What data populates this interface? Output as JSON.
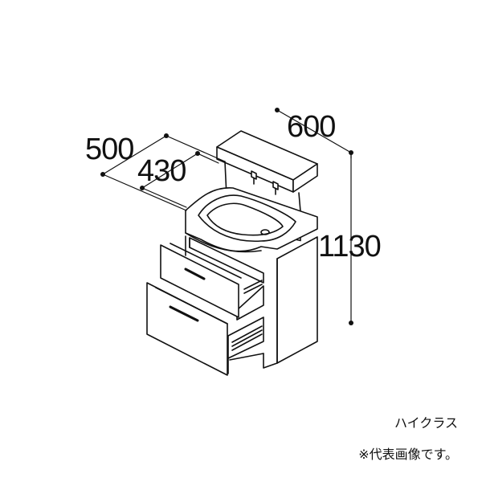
{
  "dimensions": {
    "width": "600",
    "depth_total": "500",
    "depth_counter": "430",
    "height": "1130"
  },
  "captions": {
    "series": "ハイクラス",
    "note": "※代表画像です。"
  },
  "colors": {
    "line": "#111111",
    "fill": "#ffffff"
  }
}
